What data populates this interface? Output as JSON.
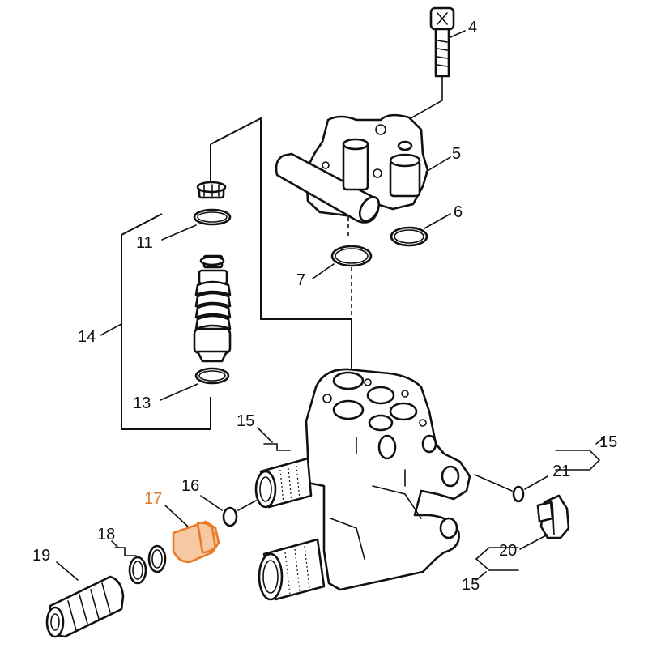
{
  "colors": {
    "line": "#111111",
    "highlight_fill": "#f7c9a2",
    "highlight_stroke": "#e87a2a",
    "highlight_label": "#e07b2e"
  },
  "labels": {
    "p4": "4",
    "p5": "5",
    "p6": "6",
    "p7": "7",
    "p11": "11",
    "p13": "13",
    "p14": "14",
    "p15_top": "15",
    "p15_right": "15",
    "p15_bottom": "15",
    "p16": "16",
    "p17": "17",
    "p18": "18",
    "p19": "19",
    "p20": "20",
    "p21": "21"
  }
}
